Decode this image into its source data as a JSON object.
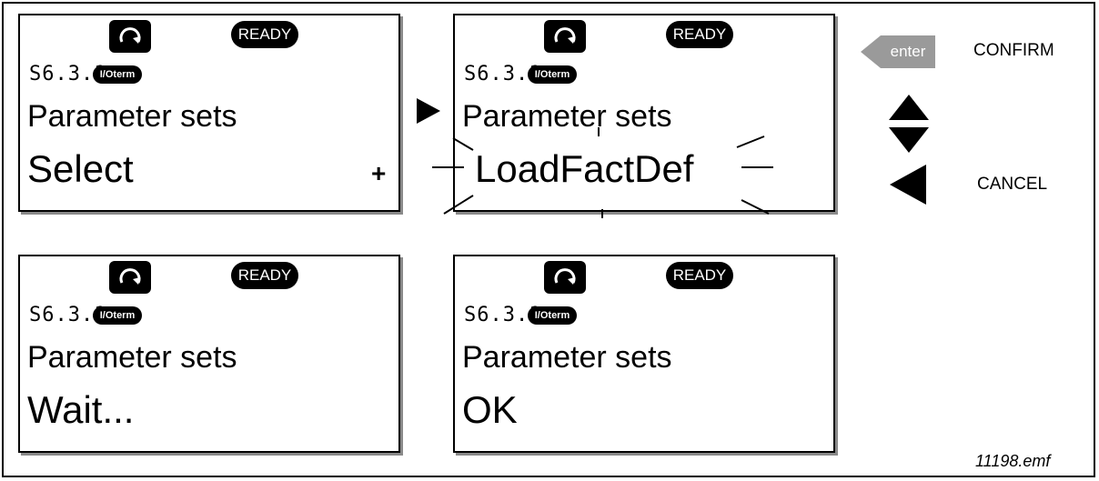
{
  "status_badge": "READY",
  "menu_location": "S6.3.1",
  "io_term_tag": "I/Oterm",
  "panels": [
    {
      "title": "Parameter sets",
      "value": "Select"
    },
    {
      "title": "Parameter sets",
      "value": "LoadFactDef"
    },
    {
      "title": "Parameter sets",
      "value": "Wait..."
    },
    {
      "title": "Parameter sets",
      "value": "OK"
    }
  ],
  "select_indicator": "+",
  "legend": {
    "enter_label": "enter",
    "confirm_label": "CONFIRM",
    "cancel_label": "CANCEL"
  },
  "filename": "11198.emf",
  "colors": {
    "enter_button": "#9a9a9a",
    "panel_shadow": "#8a8a8a"
  }
}
